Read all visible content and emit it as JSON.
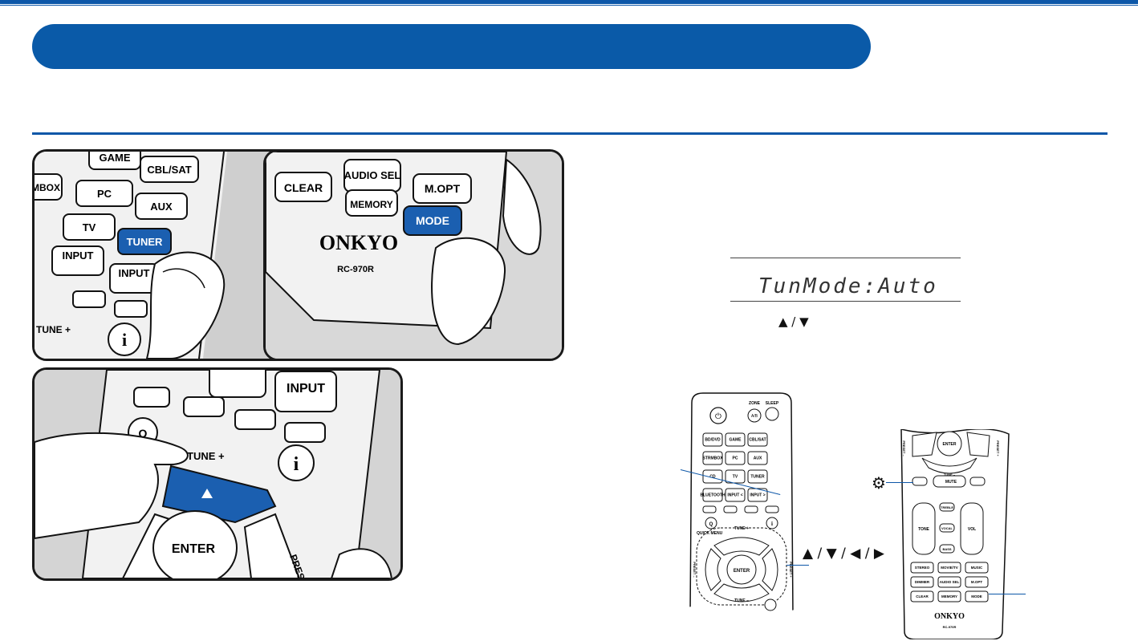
{
  "panel_tuner": {
    "buttons": {
      "game": "GAME",
      "cbl_sat": "CBL/SAT",
      "strmbox": "MBOX",
      "pc": "PC",
      "aux": "AUX",
      "tv": "TV",
      "tuner": "TUNER",
      "input_left": "INPUT",
      "input_right": "INPUT",
      "tune_plus": "TUNE +",
      "info": "i"
    }
  },
  "panel_mode": {
    "buttons": {
      "audio_sel": "AUDIO SEL",
      "clear": "CLEAR",
      "memory": "MEMORY",
      "mopt": "M.OPT",
      "mode": "MODE"
    },
    "brand": "ONKYO",
    "model": "RC-970R"
  },
  "panel_tune": {
    "buttons": {
      "input": "INPUT",
      "q": "Q",
      "tune_plus": "TUNE +",
      "info": "i",
      "enter": "ENTER",
      "preset": "PRES"
    }
  },
  "display": {
    "text": "TunMode:Auto",
    "arrows": "▲ / ▼"
  },
  "remote_left": {
    "zone": "ZONE",
    "ab": "A/B",
    "sleep": "SLEEP",
    "rows": [
      [
        "BD/DVD",
        "GAME",
        "CBL/SAT"
      ],
      [
        "STRMBOX",
        "PC",
        "AUX"
      ],
      [
        "CD",
        "TV",
        "TUNER"
      ],
      [
        "BLUETOOTH",
        "INPUT <",
        "INPUT >"
      ]
    ],
    "q": "Q",
    "info": "i",
    "quick_menu": "QUICK MENU",
    "tune_plus": "TUNE +",
    "tune_minus": "TUNE –",
    "preset_left": "PRESET –",
    "preset_right": "PRESET +",
    "enter": "ENTER"
  },
  "remote_right": {
    "enter": "ENTER",
    "tune_minus": "TUNE –",
    "mute": "MUTE",
    "tone": "TONE",
    "treble": "TREBLE",
    "vocal": "VOCAL",
    "bass": "BASS",
    "vol": "VOL",
    "rows": [
      [
        "STEREO",
        "MOVIE/TV",
        "MUSIC"
      ],
      [
        "DIMMER",
        "AUDIO SEL",
        "M.OPT"
      ],
      [
        "CLEAR",
        "MEMORY",
        "MODE"
      ]
    ],
    "brand": "ONKYO",
    "model": "RC-970R",
    "preset_left": "PRESET –",
    "preset_right": "PRESET +"
  },
  "nav_arrows": "▲ / ▼ / ◀ / ▶",
  "setup_icon": "gear-icon",
  "colors": {
    "accent": "#0a5aa8",
    "button_blue": "#1b5fb0"
  }
}
